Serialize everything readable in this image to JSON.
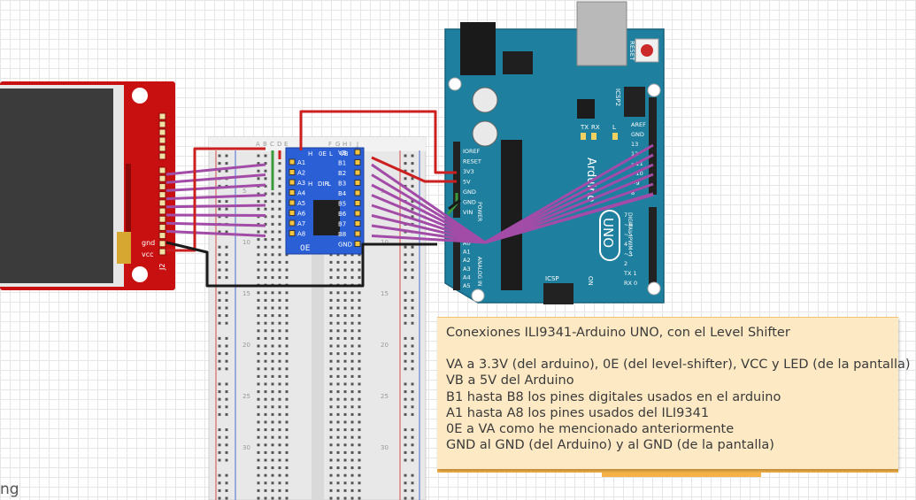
{
  "note": {
    "title": "Conexiones ILI9341-Arduino UNO, con el Level Shifter",
    "lines": [
      "VA  a 3.3V (del arduino), 0E (del level-shifter), VCC y LED (de la pantalla)",
      "VB a 5V del Arduino",
      "B1 hasta B8 los pines digitales usados en el arduino",
      "A1 hasta A8 los pines usados del ILI9341",
      "0E a VA como he mencionado anteriormente",
      "GND al GND (del Arduino) y al GND (de la pantalla)"
    ]
  },
  "display": {
    "pin_gnd": "gnd",
    "pin_vcc": "vcc",
    "connector": "J2"
  },
  "level_shifter": {
    "left_pins": [
      "A1",
      "A2",
      "A3",
      "A4",
      "A5",
      "A6",
      "A7",
      "A8"
    ],
    "right_pins": [
      "VB",
      "B1",
      "B2",
      "B3",
      "B4",
      "B5",
      "B6",
      "B7",
      "B8",
      "GND"
    ],
    "top_labels": [
      "H",
      "0E",
      "L",
      "VB"
    ],
    "mid_labels": [
      "H",
      "DIR",
      "L"
    ],
    "bottom_label": "0E"
  },
  "breadboard": {
    "columns": [
      "A",
      "B",
      "C",
      "D",
      "E",
      "F",
      "G",
      "H",
      "I",
      "J"
    ],
    "row_numbers": [
      "5",
      "10",
      "15",
      "20",
      "25",
      "30"
    ]
  },
  "arduino": {
    "brand": "Arduino",
    "model": "UNO",
    "reset": "RESET",
    "icsp2": "ICSP2",
    "icsp": "ICSP",
    "on": "ON",
    "power_pins": [
      "IOREF",
      "RESET",
      "3V3",
      "5V",
      "GND",
      "GND",
      "VIN"
    ],
    "power_label": "POWER",
    "analog_pins": [
      "A0",
      "A1",
      "A2",
      "A3",
      "A4",
      "A5"
    ],
    "analog_label": "ANALOG IN",
    "digital_top": [
      "AREF",
      "GND",
      "13",
      "12",
      "~11",
      "~10",
      "~9",
      "8"
    ],
    "digital_bottom": [
      "7",
      "~6",
      "~5",
      "4",
      "~3",
      "2",
      "TX 1",
      "RX 0"
    ],
    "digital_label": "DIGITAL (PWM~)",
    "leds": [
      "TX",
      "RX",
      "L"
    ]
  },
  "colors": {
    "wire_purple": "#a24ca8",
    "wire_red": "#cc1f1f",
    "wire_black": "#1a1a1a",
    "wire_green": "#3c9a3c",
    "arduino_blue": "#1e7f9e",
    "shifter_blue": "#2a5fd6",
    "display_red": "#cc1111",
    "note_bg": "#fde9c4"
  },
  "corner_text": "ng"
}
